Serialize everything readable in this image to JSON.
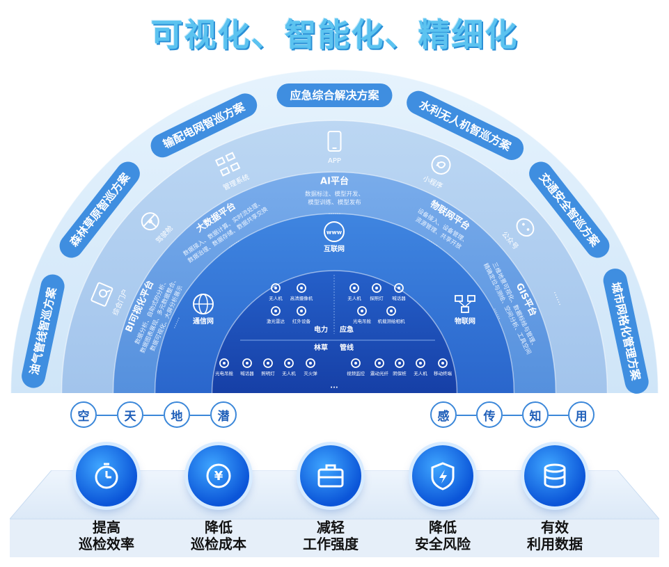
{
  "title": "可视化、智能化、精细化",
  "outer_solutions": [
    "油气管线智巡方案",
    "森林草原智巡方案",
    "输配电网智巡方案",
    "应急综合解决方案",
    "水利无人机智巡方案",
    "交通安全智巡方案",
    "城市网格化管理方案"
  ],
  "ring3": {
    "items": [
      {
        "label": "综合门户",
        "icon": "portal-icon"
      },
      {
        "label": "驾驶舱",
        "icon": "cockpit-icon"
      },
      {
        "label": "管理系统",
        "icon": "management-icon"
      },
      {
        "label": "APP",
        "icon": "app-icon"
      },
      {
        "label": "小程序",
        "icon": "miniprogram-icon"
      },
      {
        "label": "公众号",
        "icon": "wechat-icon"
      }
    ],
    "ellipsis": "……"
  },
  "ring2": {
    "bi": {
      "title": "BI可视化平台",
      "lines": [
        "数据分析、自助式的分析、",
        "数据图表展现、多元数据整合、",
        "数据可视化、大屏分析展示"
      ],
      "more": "……"
    },
    "bigdata": {
      "title": "大数据平台",
      "lines": [
        "数据接入、数据计算、实时流处理、",
        "数据治理、数据存储、数据共享交换"
      ],
      "more": "……"
    },
    "ai": {
      "title": "AI平台",
      "lines": [
        "数据标注、模型开发、",
        "模型训练、模型发布"
      ],
      "more": "……"
    },
    "iot": {
      "title": "物联网平台",
      "lines": [
        "设备接入、设备管理、",
        "资源管理、共享开放"
      ],
      "more": "……"
    },
    "gis": {
      "title": "GIS平台",
      "lines": [
        "三维地景可视化、数据标绘与管理、",
        "精确定位与测绘、空间分析、工具空间"
      ],
      "more": "……"
    }
  },
  "ring1": {
    "telecom": "通信网",
    "internet": "互联网",
    "iot": "物联网"
  },
  "core": {
    "power": {
      "label": "电力",
      "devices": [
        "无人机",
        "高清摄像机",
        "激光雷达",
        "红外设备"
      ]
    },
    "emergency": {
      "label": "应急",
      "devices": [
        "无人机",
        "探照灯",
        "喊话器",
        "光电吊舱",
        "机载测绘相机"
      ]
    },
    "forest": {
      "label": "林草",
      "devices": [
        "光电吊舱",
        "喊话器",
        "照明灯",
        "无人机",
        "灭火弹"
      ]
    },
    "pipeline": {
      "label": "管线",
      "devices": [
        "视频监控",
        "震动光纤",
        "阴保桩",
        "无人机",
        "移动终端"
      ]
    },
    "more": "···"
  },
  "left_chips": [
    "空",
    "天",
    "地",
    "潜"
  ],
  "right_chips": [
    "感",
    "传",
    "知",
    "用"
  ],
  "benefits": [
    {
      "text": "提高\n巡检效率",
      "icon": "stopwatch-icon"
    },
    {
      "text": "降低\n巡检成本",
      "icon": "yen-cost-icon"
    },
    {
      "text": "减轻\n工作强度",
      "icon": "toolbox-icon"
    },
    {
      "text": "降低\n安全风险",
      "icon": "shield-bolt-icon"
    },
    {
      "text": "有效\n利用数据",
      "icon": "database-icon"
    }
  ],
  "colors": {
    "title": "#5cc3f0",
    "ring4": "#d7ebfa",
    "ring3": "#a8c9ee",
    "ring2": "#5b9ae2",
    "ring1": "#2f74d6",
    "core": "#1b4fb8",
    "accent": "#3b87d9"
  }
}
